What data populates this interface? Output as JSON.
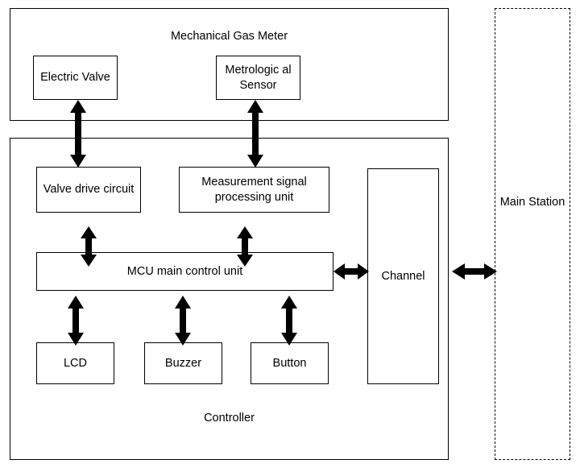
{
  "diagram": {
    "title_groups": {
      "meter_group": "Mechanical Gas Meter",
      "controller_group": "Controller"
    },
    "boxes": {
      "electric_valve": "Electric Valve",
      "metrological_sensor": "Metrologic al Sensor",
      "valve_drive_circuit": "Valve drive circuit",
      "measurement_unit": "Measurement signal processing unit",
      "mcu": "MCU main control unit",
      "lcd": "LCD",
      "buzzer": "Buzzer",
      "button": "Button",
      "channel": "Channel",
      "main_station": "Main Station"
    },
    "colors": {
      "line": "#000000",
      "fill": "#ffffff"
    }
  }
}
